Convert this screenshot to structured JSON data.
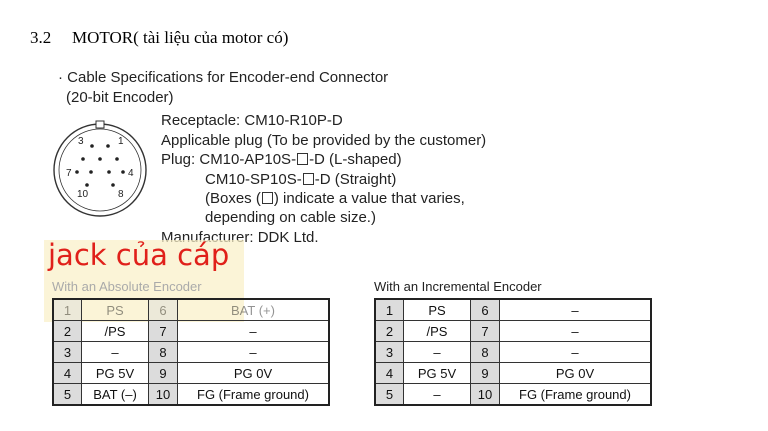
{
  "section": {
    "number": "3.2",
    "title": "MOTOR( tài liệu của motor có)"
  },
  "spec": {
    "line1": "· Cable Specifications for Encoder-end Connector",
    "line2": "(20-bit Encoder)",
    "receptacle": "Receptacle: CM10-R10P-D",
    "applicable": "Applicable plug (To be provided by the customer)",
    "plug_label": "Plug: ",
    "plug1_pre": "CM10-AP10S-",
    "plug1_post": "-D (L-shaped)",
    "plug2_pre": "CM10-SP10S-",
    "plug2_post": "-D (Straight)",
    "boxes_pre": "(Boxes (",
    "boxes_post": ") indicate a value that varies,",
    "depending": "depending on cable size.)",
    "manufacturer": "Manufacturer: DDK Ltd."
  },
  "connector_pins": [
    "3",
    "1",
    "7",
    "4",
    "10",
    "8"
  ],
  "annotation": {
    "text": "jack của cáp",
    "color": "#e0201a"
  },
  "absolute": {
    "title": "With an Absolute Encoder",
    "rows": [
      [
        "1",
        "PS",
        "6",
        "BAT (+)"
      ],
      [
        "2",
        "/PS",
        "7",
        "–"
      ],
      [
        "3",
        "–",
        "8",
        "–"
      ],
      [
        "4",
        "PG 5V",
        "9",
        "PG 0V"
      ],
      [
        "5",
        "BAT (–)",
        "10",
        "FG (Frame ground)"
      ]
    ]
  },
  "incremental": {
    "title": "With an Incremental Encoder",
    "rows": [
      [
        "1",
        "PS",
        "6",
        "–"
      ],
      [
        "2",
        "/PS",
        "7",
        "–"
      ],
      [
        "3",
        "–",
        "8",
        "–"
      ],
      [
        "4",
        "PG 5V",
        "9",
        "PG 0V"
      ],
      [
        "5",
        "–",
        "10",
        "FG (Frame ground)"
      ]
    ]
  }
}
